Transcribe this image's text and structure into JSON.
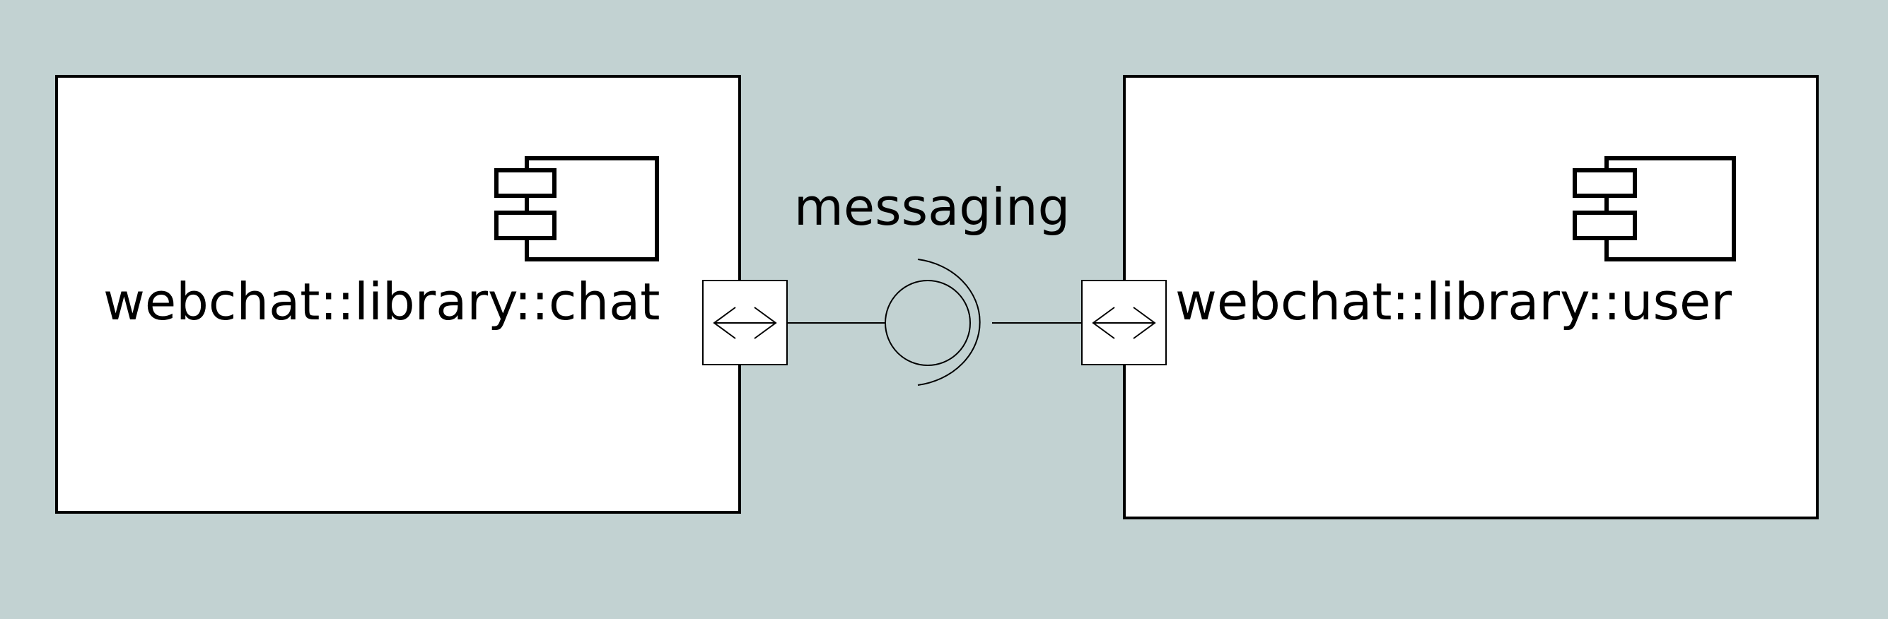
{
  "diagram": {
    "background": "#c2d2d2",
    "components": [
      {
        "id": "chat",
        "label": "webchat::library::chat",
        "icon": "component-icon",
        "fill": "#ffffff",
        "stroke": "#000000"
      },
      {
        "id": "user",
        "label": "webchat::library::user",
        "icon": "component-icon",
        "fill": "#ffffff",
        "stroke": "#000000"
      }
    ],
    "ports": [
      {
        "owner": "chat",
        "icon": "bidirectional-arrow-icon"
      },
      {
        "owner": "user",
        "icon": "bidirectional-arrow-icon"
      }
    ],
    "interface": {
      "label": "messaging",
      "notation": "ball-and-socket",
      "provided_by": "chat",
      "required_by": "user"
    }
  }
}
